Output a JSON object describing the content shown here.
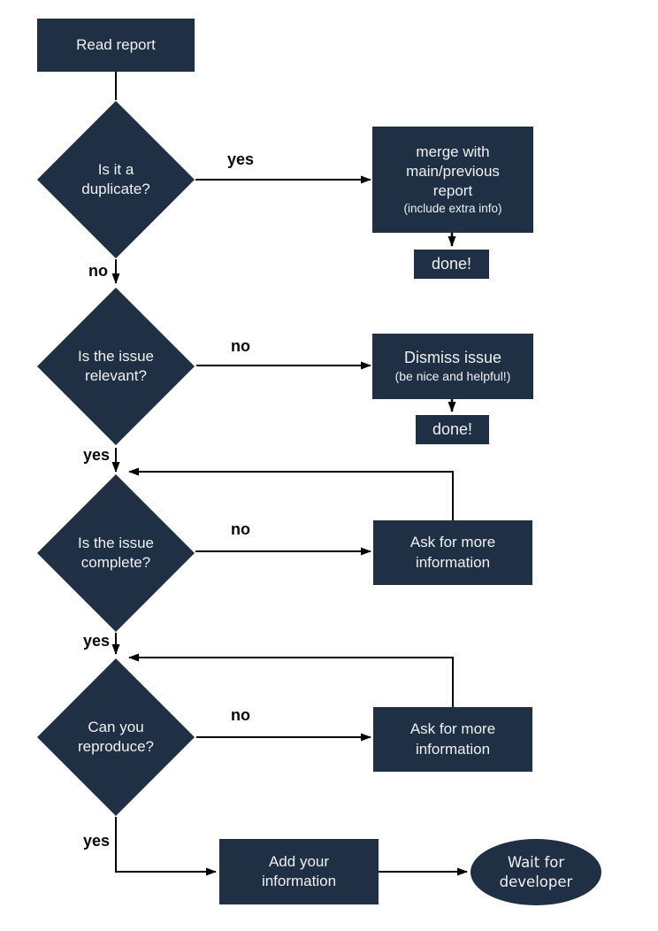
{
  "colors": {
    "node_fill": "#1f3044",
    "node_text": "#eef0f2",
    "edge_line": "#000000",
    "background": "#ffffff"
  },
  "nodes": {
    "read_report": {
      "label": "Read report"
    },
    "is_duplicate": {
      "label": "Is it a duplicate?"
    },
    "merge": {
      "label": "merge with main/previous report",
      "note": "(include extra info)"
    },
    "done_after_merge": {
      "label": "done!"
    },
    "is_relevant": {
      "label": "Is the issue relevant?"
    },
    "dismiss": {
      "label": "Dismiss issue",
      "note": "(be nice and helpful!)"
    },
    "done_after_dismiss": {
      "label": "done!"
    },
    "is_complete": {
      "label": "Is the issue complete?"
    },
    "ask_more_info_1": {
      "label": "Ask for more information"
    },
    "can_reproduce": {
      "label": "Can you reproduce?"
    },
    "ask_more_info_2": {
      "label": "Ask for more information"
    },
    "add_information": {
      "label": "Add your information"
    },
    "wait_for_developer": {
      "label": "Wait for developer"
    }
  },
  "edge_labels": {
    "duplicate_yes": "yes",
    "duplicate_no": "no",
    "relevant_no": "no",
    "relevant_yes": "yes",
    "complete_no": "no",
    "complete_yes": "yes",
    "reproduce_no": "no",
    "reproduce_yes": "yes"
  }
}
